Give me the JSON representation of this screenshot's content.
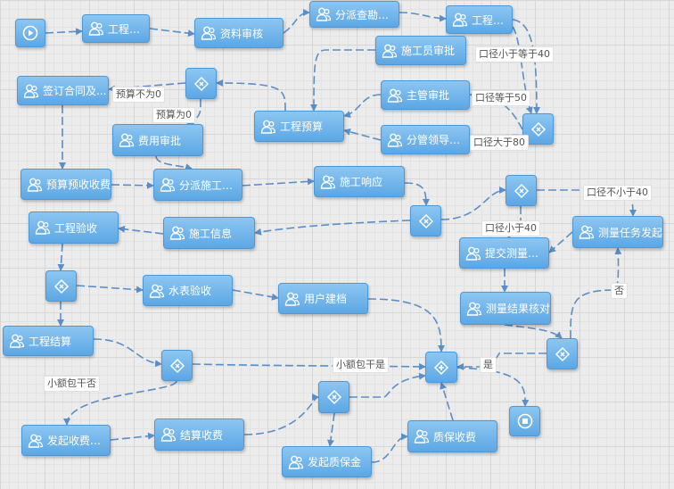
{
  "tasks": [
    {
      "id": "gcsl",
      "label": "工程受理"
    },
    {
      "id": "zlsh",
      "label": "资料审核"
    },
    {
      "id": "pfkcry",
      "label": "分派查勘人员"
    },
    {
      "id": "gckc",
      "label": "工程查勘"
    },
    {
      "id": "sgysp",
      "label": "施工员审批"
    },
    {
      "id": "zgsp",
      "label": "主管审批"
    },
    {
      "id": "fgldsp",
      "label": "分管领导审批"
    },
    {
      "id": "gcys",
      "label": "工程预算"
    },
    {
      "id": "qdht",
      "label": "签订合同及..."
    },
    {
      "id": "fysp",
      "label": "费用审批"
    },
    {
      "id": "ysysf",
      "label": "预算预收收费"
    },
    {
      "id": "pfsgdw",
      "label": "分派施工单位"
    },
    {
      "id": "sgxy",
      "label": "施工响应"
    },
    {
      "id": "gcysh",
      "label": "工程验收"
    },
    {
      "id": "sgxx",
      "label": "施工信息"
    },
    {
      "id": "clrwfq",
      "label": "测量任务发起"
    },
    {
      "id": "tjclzl",
      "label": "提交测量资料"
    },
    {
      "id": "slys",
      "label": "水表验收"
    },
    {
      "id": "yhjd",
      "label": "用户建档"
    },
    {
      "id": "cljghd",
      "label": "测量结果核对"
    },
    {
      "id": "gcjs",
      "label": "工程结算"
    },
    {
      "id": "fqsfrw",
      "label": "发起收费任务"
    },
    {
      "id": "jssf",
      "label": "结算收费"
    },
    {
      "id": "fqzbj",
      "label": "发起质保金"
    },
    {
      "id": "zbsf",
      "label": "质保收费"
    }
  ],
  "edge_labels": [
    {
      "id": "e1",
      "text": "口径小于等于40"
    },
    {
      "id": "e2",
      "text": "口径等于50"
    },
    {
      "id": "e3",
      "text": "口径大于80"
    },
    {
      "id": "e4",
      "text": "预算不为0"
    },
    {
      "id": "e5",
      "text": "预算为0"
    },
    {
      "id": "e6",
      "text": "口径不小于40"
    },
    {
      "id": "e7",
      "text": "口径小于40"
    },
    {
      "id": "e8",
      "text": "否"
    },
    {
      "id": "e9",
      "text": "小额包干是"
    },
    {
      "id": "e10",
      "text": "是"
    },
    {
      "id": "e11",
      "text": "小额包干否"
    }
  ],
  "icons": {
    "task": "user-icon",
    "start": "play-icon",
    "end": "stop-icon",
    "exclusive_gateway": "x-gateway-icon",
    "parallel_gateway": "plus-gateway-icon"
  },
  "colors": {
    "node_fill_top": "#8cc6f2",
    "node_fill_bottom": "#5da7e4",
    "node_border": "#4f98d6",
    "edge": "#5b8ec7",
    "label_text": "#555555"
  }
}
